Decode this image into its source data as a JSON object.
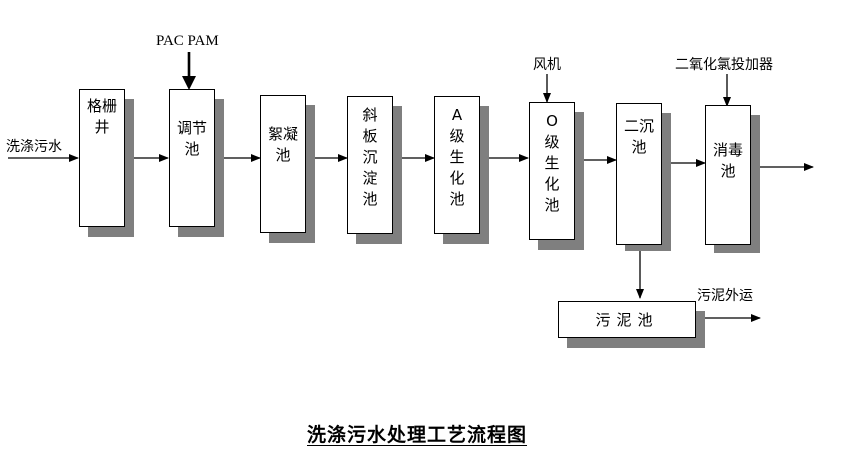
{
  "title": "洗涤污水处理工艺流程图",
  "inlet_label": "洗涤污水",
  "units": [
    {
      "id": "grid_well",
      "label": "格栅井"
    },
    {
      "id": "regulating",
      "label": "调节池"
    },
    {
      "id": "coagulation",
      "label": "絮凝池"
    },
    {
      "id": "inclined_plate",
      "label": "斜板沉淀池"
    },
    {
      "id": "a_bio",
      "label": "A级生化池"
    },
    {
      "id": "o_bio",
      "label": "O级生化池"
    },
    {
      "id": "secondary",
      "label": "二沉池"
    },
    {
      "id": "disinfection",
      "label": "消毒池"
    }
  ],
  "sludge_tank": {
    "label": "污泥池"
  },
  "inputs": {
    "pac_pam": "PAC PAM",
    "blower": "风机",
    "chlorine_doser": "二氧化氯投加器",
    "sludge_out": "污泥外运"
  }
}
